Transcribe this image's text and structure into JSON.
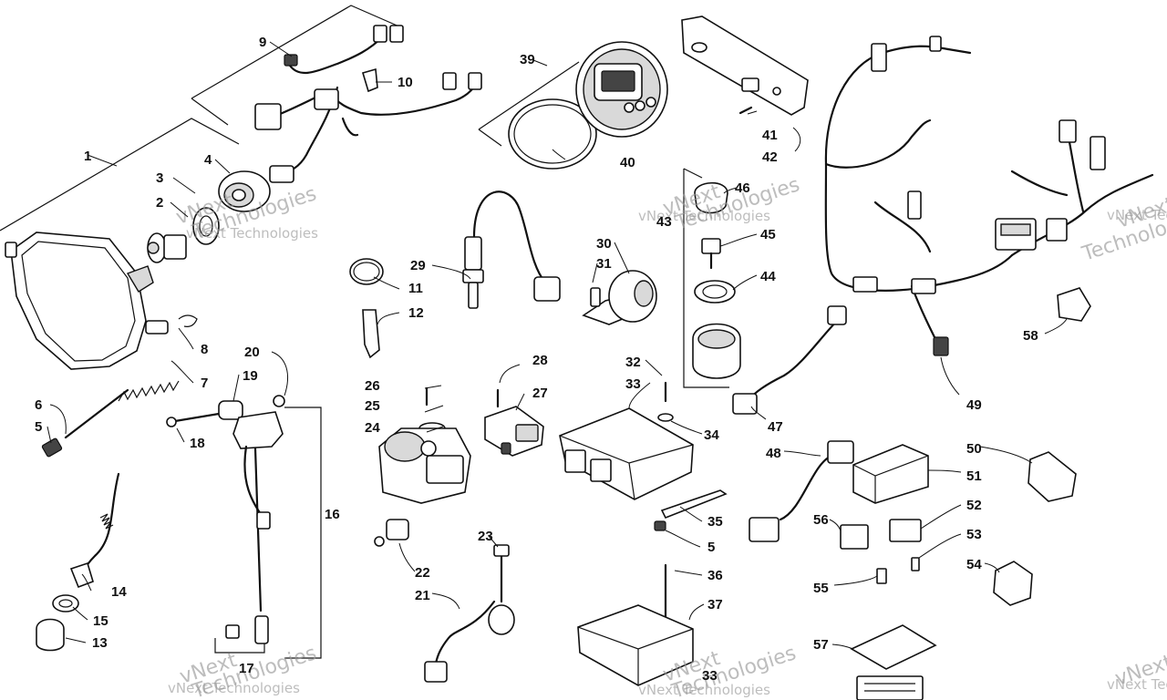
{
  "watermark": {
    "line1": "vNext",
    "line2": "Technologies",
    "full": "vNext Technologies"
  },
  "callouts": {
    "c1": "1",
    "c2": "2",
    "c3": "3",
    "c4": "4",
    "c5a": "5",
    "c5b": "5",
    "c6": "6",
    "c7": "7",
    "c8": "8",
    "c9": "9",
    "c10": "10",
    "c11": "11",
    "c12": "12",
    "c13": "13",
    "c14": "14",
    "c15": "15",
    "c16": "16",
    "c17": "17",
    "c18": "18",
    "c19": "19",
    "c20": "20",
    "c21": "21",
    "c22": "22",
    "c23": "23",
    "c24": "24",
    "c25": "25",
    "c26": "26",
    "c27": "27",
    "c28": "28",
    "c29": "29",
    "c30": "30",
    "c31": "31",
    "c32": "32",
    "c33a": "33",
    "c33b": "33",
    "c34": "34",
    "c35": "35",
    "c36": "36",
    "c37": "37",
    "c39": "39",
    "c40": "40",
    "c41": "41",
    "c42": "42",
    "c43": "43",
    "c44": "44",
    "c45": "45",
    "c46": "46",
    "c47": "47",
    "c48": "48",
    "c49": "49",
    "c50": "50",
    "c51": "51",
    "c52": "52",
    "c53": "53",
    "c54": "54",
    "c55": "55",
    "c56": "56",
    "c57": "57",
    "c58": "58"
  }
}
